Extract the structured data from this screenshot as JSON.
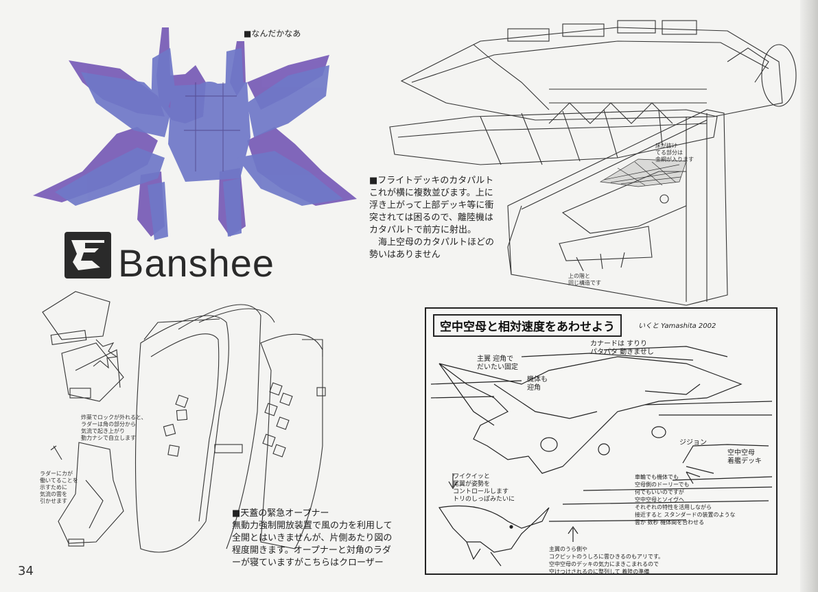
{
  "page": {
    "number": "34"
  },
  "banshee": {
    "caption": "■なんだかなあ",
    "logo_name": "Banshee",
    "colors": {
      "purple": "#7a5fb8",
      "blue": "#6f78c8"
    }
  },
  "flight_deck": {
    "caption": "■フライトデッキのカタパルト\nこれが横に複数並びます。上に\n浮き上がって上部デッキ等に衝\n突されては困るので、離陸機は\nカタパルトで前方に射出。\n　海上空母のカタパルトほどの\n勢いはありません",
    "note_mesh": "床が抜け\nてる部分は\n金網が入ります",
    "note_lower": "上の階と\n同じ構造です"
  },
  "canopy": {
    "caption": "■天蓋の緊急オープナー\n無動力強制開放装置で風の力を利用して\n全開とはいきませんが、片側あたり図の\n程度開きます。オープナーと対角のラダ\nーが寝ていますがこちらはクローザー",
    "note_explosive": "炸薬でロックが外れると、\nラダーは角の部分から\n気流で起き上がり\n動力ナシで自立します",
    "note_rudder": "ラダーにカが\n働いてることを\n示すために\n気流の雲を\n引かせます"
  },
  "sketch": {
    "title": "空中空母と相対速度をあわせよう",
    "signature": "いくと Yamashita 2002",
    "notes": [
      {
        "id": "wing",
        "text": "主翼 迎角で\nだいたい固定"
      },
      {
        "id": "body",
        "text": "機体も\n迎角"
      },
      {
        "id": "canard",
        "text": "カナードは すりり\nパタパタ 動きませし"
      },
      {
        "id": "jijon",
        "text": "ジジョン"
      },
      {
        "id": "carrier",
        "text": "空中空母\n着艦デッキ"
      },
      {
        "id": "tail",
        "text": "ワイクイッと\n尾翼が姿勢を\nコントロールします\nトリのしっぽみたいに"
      },
      {
        "id": "gear",
        "text": "車輪でも機体でも\n空母側のドーリーでも\n何でもいいのですが\n空中空母とソイヴヘ\nそれぞれの特性を活用しながら\n接近すると スタンダードの装置のような\n雲か 数秒 機体間を合わせる"
      },
      {
        "id": "bottom",
        "text": "主翼のうら側や\nコクピットのうしろに雲ひきるのもアリです。\n空中空母のデッキの気力にまきこまれるので\n空けつけされるのに整列して 着陸の準備"
      }
    ]
  }
}
